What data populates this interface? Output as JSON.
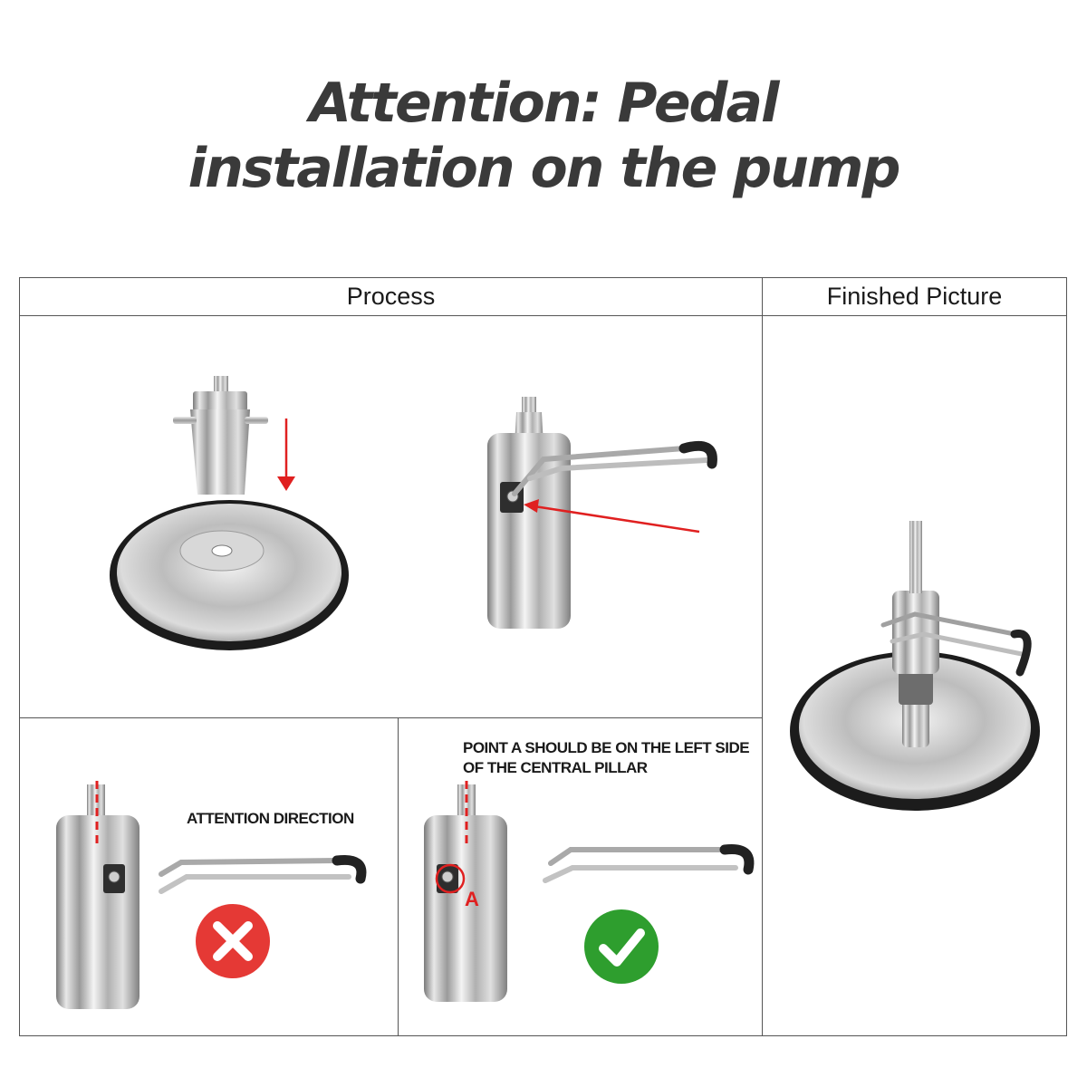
{
  "title": {
    "line1": "Attention: Pedal",
    "line2": "installation on the pump"
  },
  "table": {
    "headers": {
      "process": "Process",
      "finished": "Finished Picture"
    }
  },
  "panels": {
    "wrong": {
      "caption": "ATTENTION DIRECTION",
      "status_icon": "cross-icon",
      "status_color": "#e53935"
    },
    "correct": {
      "caption_line1": "POINT A SHOULD BE ON THE LEFT SIDE",
      "caption_line2": "OF THE CENTRAL PILLAR",
      "point_label": "A",
      "status_icon": "check-icon",
      "status_color": "#2e9e2e"
    }
  },
  "colors": {
    "arrow": "#e02020",
    "border": "#555555",
    "title": "#3a3a3a"
  }
}
